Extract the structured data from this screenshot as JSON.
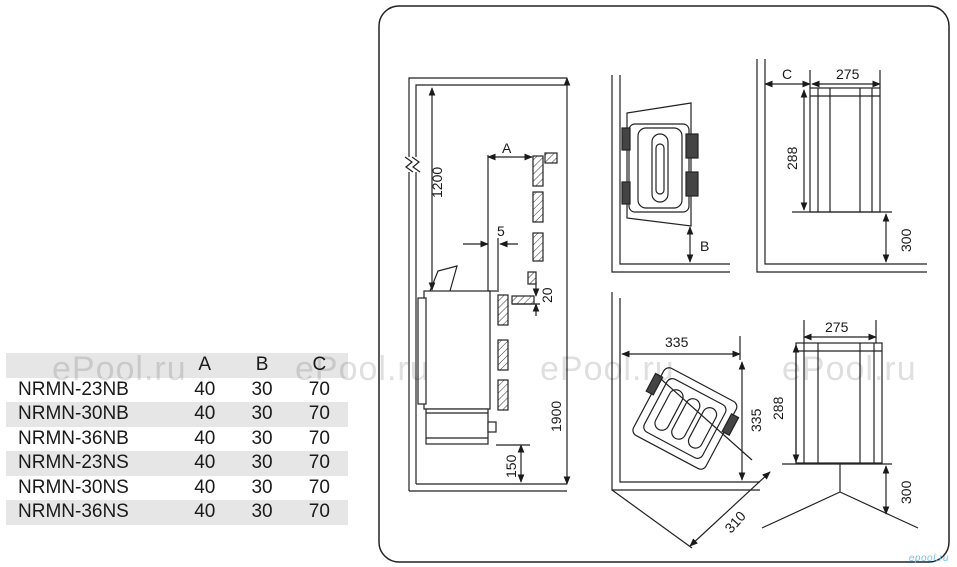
{
  "table": {
    "headers": [
      "",
      "A",
      "B",
      "C"
    ],
    "rows": [
      [
        "NRMN-23NB",
        "40",
        "30",
        "70"
      ],
      [
        "NRMN-30NB",
        "40",
        "30",
        "70"
      ],
      [
        "NRMN-36NB",
        "40",
        "30",
        "70"
      ],
      [
        "NRMN-23NS",
        "40",
        "30",
        "70"
      ],
      [
        "NRMN-30NS",
        "40",
        "30",
        "70"
      ],
      [
        "NRMN-36NS",
        "40",
        "30",
        "70"
      ]
    ]
  },
  "watermark": "ePool.ru",
  "site_mark": "epool.ru",
  "side_view": {
    "dim_top": "1200",
    "dim_total": "1900",
    "dim_bottom": "150",
    "dim_a": "A",
    "dim_gap": "5",
    "dim_rail": "20"
  },
  "top_view": {
    "dim_b": "B"
  },
  "front_view": {
    "dim_c": "C",
    "dim_width": "275",
    "dim_height": "288",
    "dim_floor": "300"
  },
  "corner_top_view": {
    "dim_side1": "335",
    "dim_side2": "335",
    "dim_diag": "310"
  },
  "corner_front_view": {
    "dim_width": "275",
    "dim_height": "288",
    "dim_floor": "300"
  }
}
